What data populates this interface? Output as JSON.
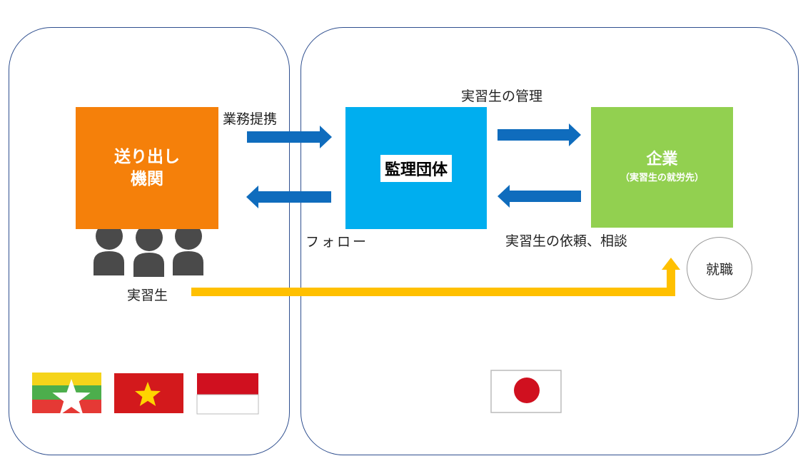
{
  "boxes": {
    "sending_line1": "送り出し",
    "sending_line2": "機関",
    "supervising": "監理団体",
    "company_title": "企業",
    "company_sub": "（実習生の就労先）"
  },
  "labels": {
    "partnership": "業務提携",
    "management": "実習生の管理",
    "follow": "フォロー",
    "request": "実習生の依頼、相談",
    "trainee": "実習生",
    "employment": "就職"
  },
  "colors": {
    "sending": "#f5800a",
    "supervising": "#00aeef",
    "company": "#92d050",
    "arrow_blue": "#0f6cbd",
    "arrow_yellow": "#ffc000",
    "person": "#4a4a4a",
    "panel_border": "#2f4f8f"
  },
  "flags": [
    "myanmar-flag",
    "vietnam-flag",
    "indonesia-flag",
    "japan-flag"
  ]
}
